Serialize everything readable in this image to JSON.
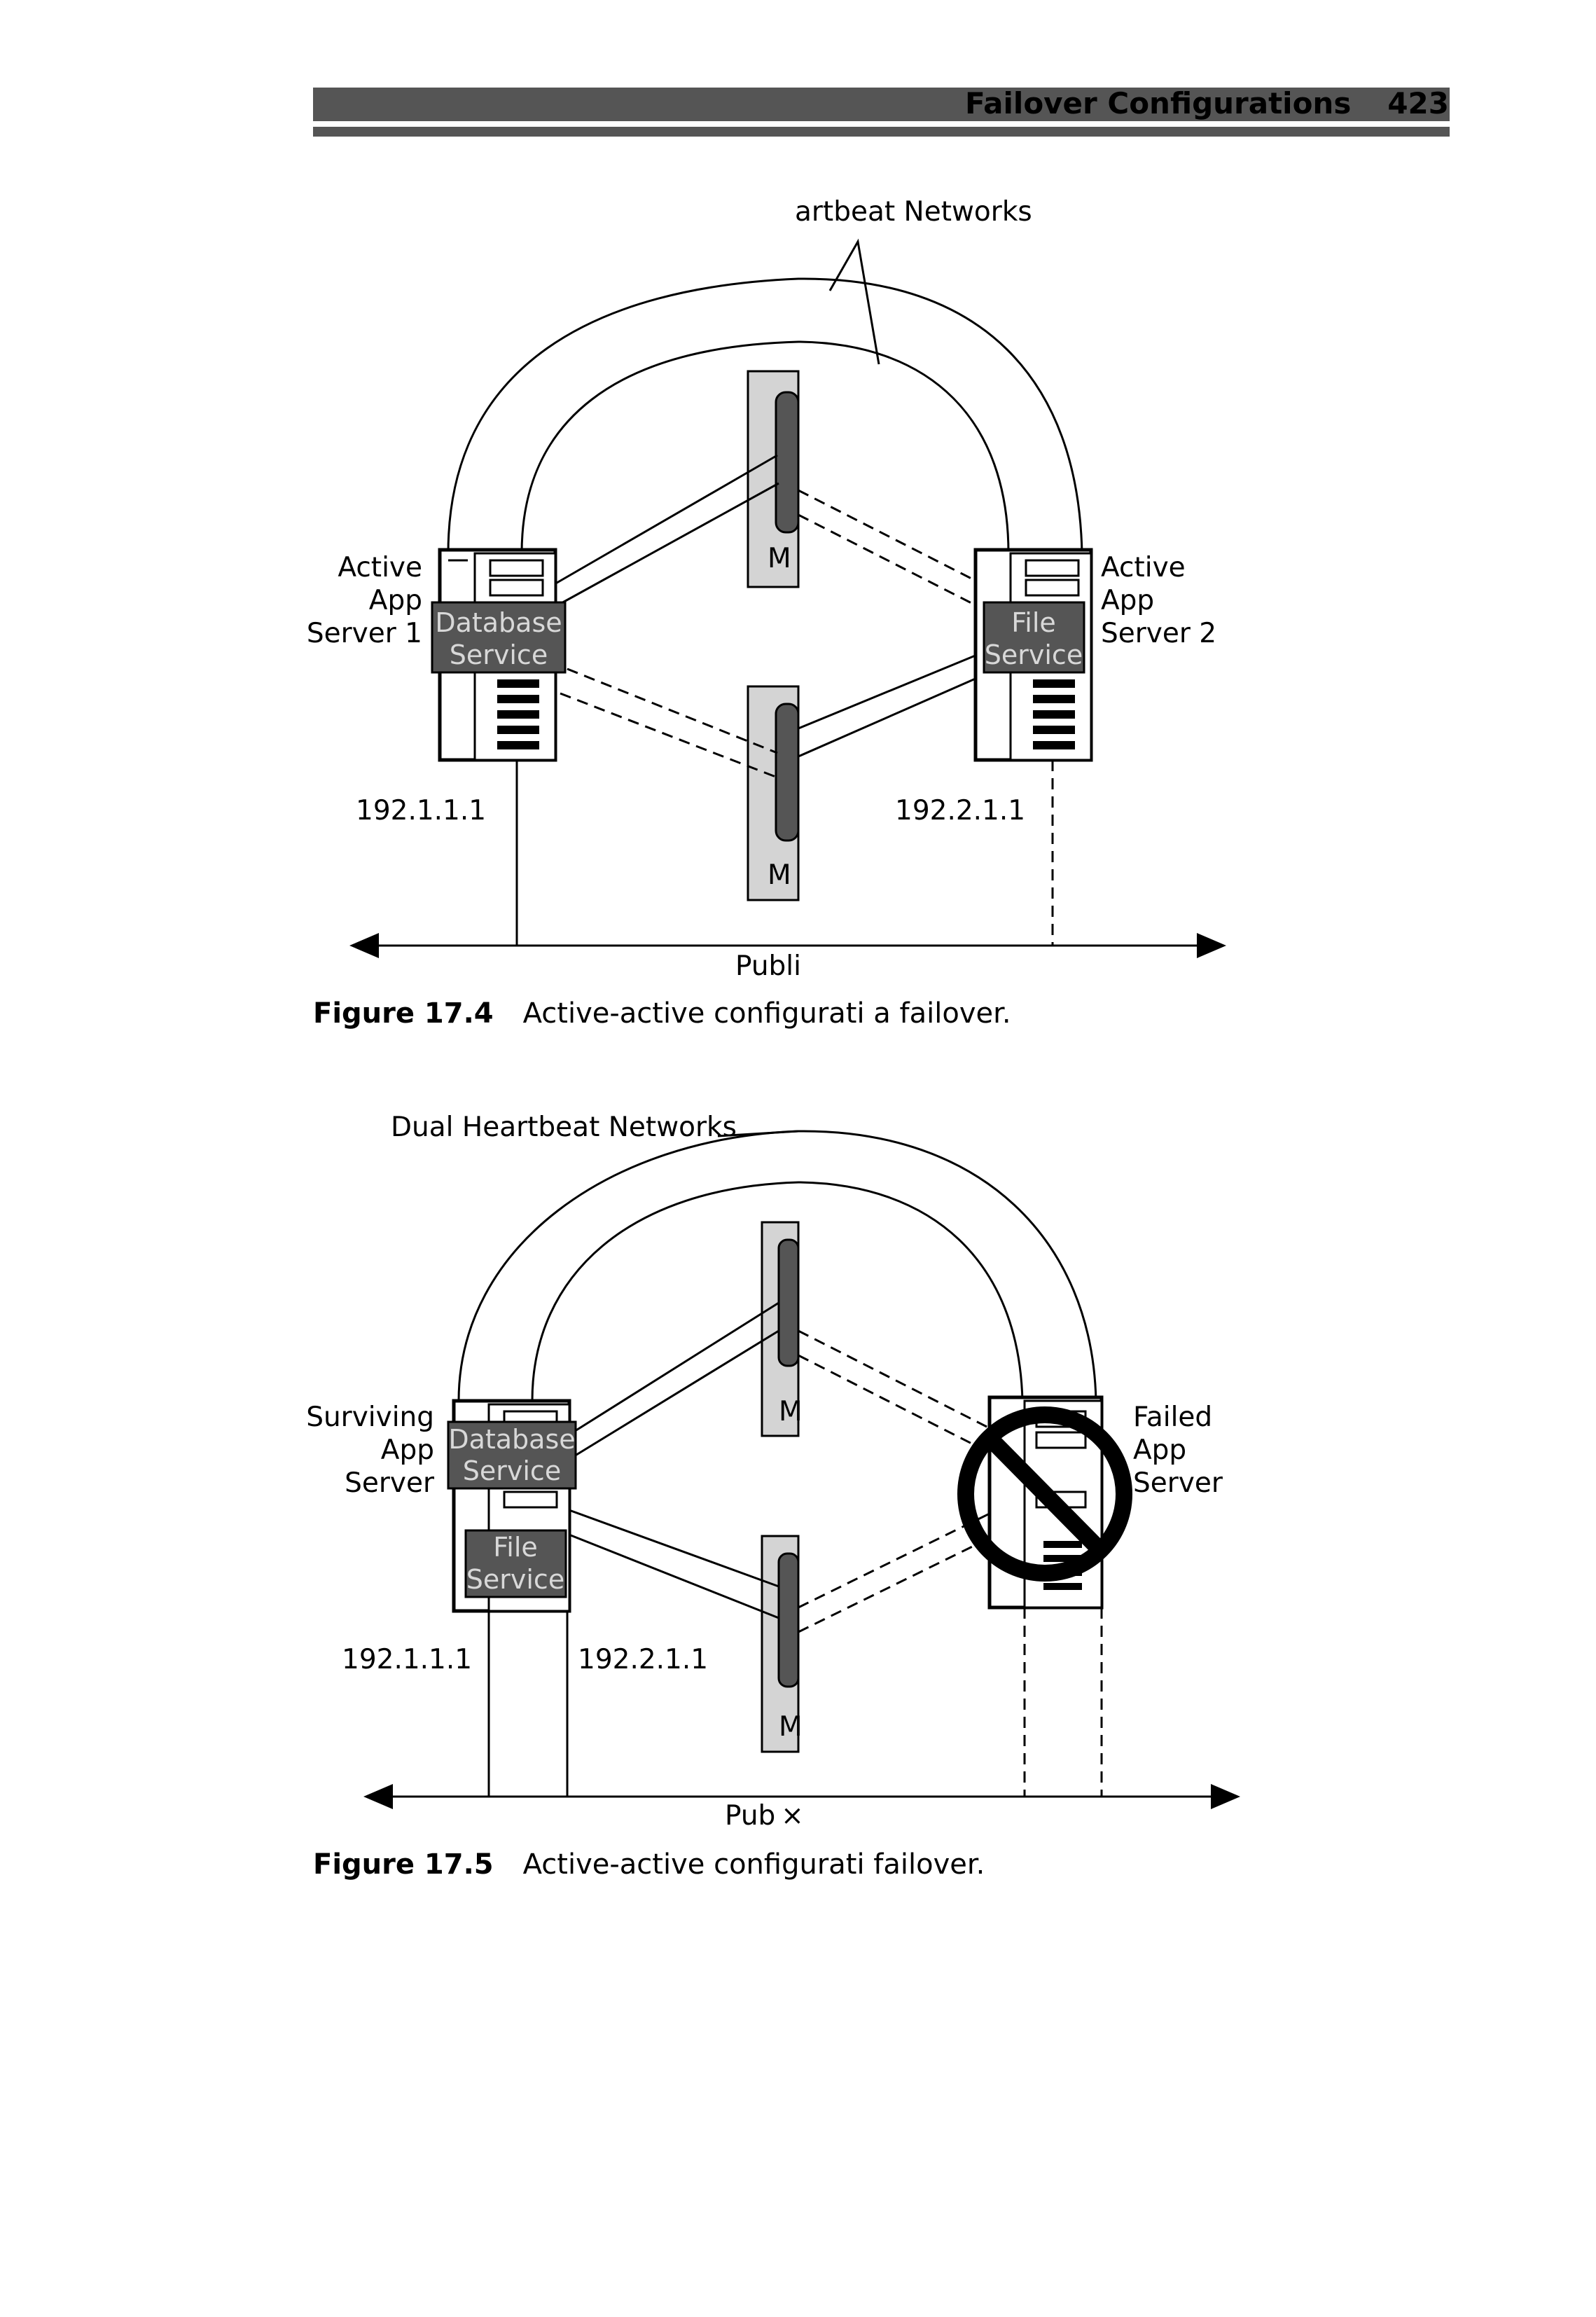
{
  "header": {
    "title": "Failover Configurations",
    "page_number": "423"
  },
  "figure_a": {
    "heartbeat_label": "artbeat Networks",
    "left_server": {
      "label_lines": [
        "Active",
        "App",
        "Server 1"
      ],
      "service_lines": [
        "Database",
        "Service"
      ],
      "ip": "192.1.1.1"
    },
    "right_server": {
      "label_lines": [
        "Active",
        "App",
        "Server 2"
      ],
      "service_lines": [
        "File",
        "Service"
      ],
      "ip": "192.2.1.1"
    },
    "disk_top_label": "M",
    "disk_bottom_label": "M",
    "network_label": "Publi",
    "caption_number": "Figure 17.4",
    "caption_text": "Active-active configurati a failover."
  },
  "figure_b": {
    "heartbeat_label": "Dual Heartbeat Networks",
    "left_server": {
      "label_lines": [
        "Surviving",
        "App",
        "Server"
      ],
      "service1_lines": [
        "Database",
        "Service"
      ],
      "service2_lines": [
        "File",
        "Service"
      ],
      "ip1": "192.1.1.1",
      "ip2": "192.2.1.1"
    },
    "right_server": {
      "label_lines": [
        "Failed",
        "App",
        "Server"
      ]
    },
    "disk_top_label": "M",
    "disk_bottom_label": "M",
    "network_label": "Pub ×",
    "caption_number": "Figure 17.5",
    "caption_text": "Active-active configurati failover."
  }
}
